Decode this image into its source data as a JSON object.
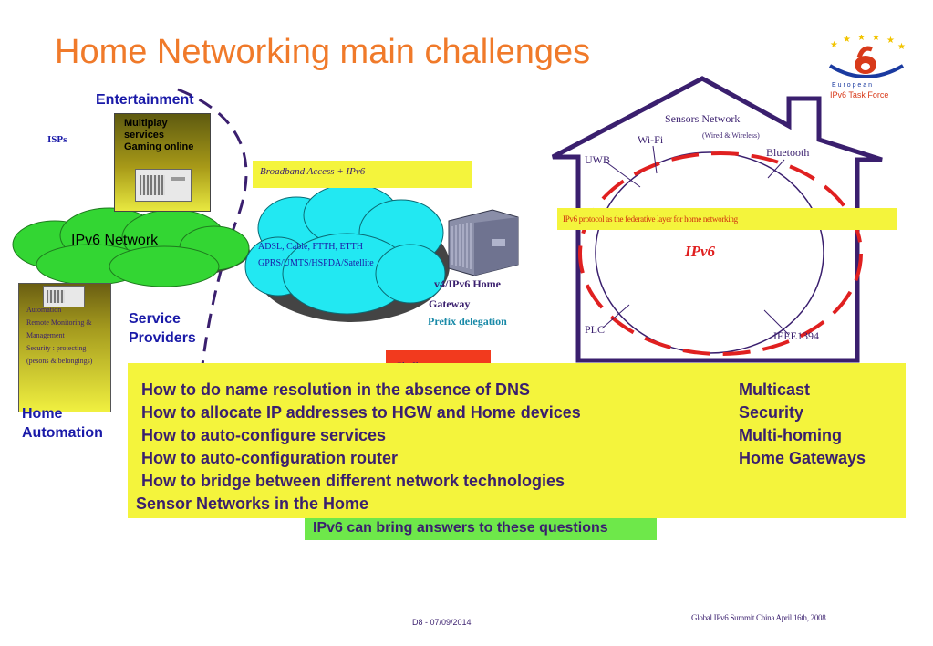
{
  "title": "Home Networking main challenges",
  "logo": {
    "line1": "E u r o p e a n",
    "line2": "IPv6 Task Force",
    "colors": {
      "blue": "#1a3aa0",
      "red": "#d83a1a",
      "yellow": "#f2c400"
    }
  },
  "left": {
    "entertainment": "Entertainment",
    "entertainment_box": [
      "Multiplay",
      "services",
      "Gaming online"
    ],
    "isps": "ISPs",
    "ipv6_network": "IPv6 Network",
    "automation_box": [
      "Automation",
      "Remote Monitoring &",
      "Management",
      "Security : protecting",
      "(pesons & belongings)"
    ],
    "service_providers": [
      "Service",
      "Providers"
    ],
    "home_automation": [
      "Home",
      "Automation"
    ]
  },
  "middle": {
    "broadband": "Broadband Access + IPv6",
    "access_cloud": [
      "ADSL, Cable, FTTH, ETTH",
      "GPRS/UMTS/HSPDA/Satellite"
    ],
    "gateway": [
      "v4/IPv6 Home",
      "Gateway"
    ],
    "prefix": "Prefix delegation"
  },
  "house": {
    "sensors": "Sensors Network",
    "sensors_sub": "(Wired & Wireless)",
    "wifi": "Wi-Fi",
    "uwb": "UWB",
    "bluetooth": "Bluetooth",
    "federative": "IPv6 protocol as the federative layer for home networking",
    "ipv6": "IPv6",
    "plc": "PLC",
    "ieee": "IEEE1394"
  },
  "challenges": {
    "tag": "Challenges",
    "left_items": [
      "How to do name resolution in the absence of DNS",
      "How to allocate IP addresses to HGW and Home devices",
      "How to auto-configure services",
      "How to auto-configuration router",
      "How to bridge between different network technologies"
    ],
    "last_item": "Sensor Networks in the Home",
    "right_items": [
      "Multicast",
      "Security",
      "Multi-homing",
      "Home Gateways"
    ],
    "answer": "IPv6 can bring answers to these questions"
  },
  "footer": {
    "date": "D8 - 07/09/2014",
    "event": "Global IPv6 Summit China April 16th, 2008"
  }
}
